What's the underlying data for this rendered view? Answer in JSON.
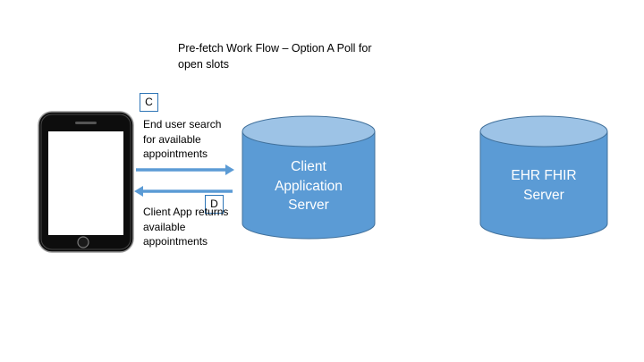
{
  "diagram": {
    "title": "Pre-fetch Work Flow – Option A Poll for open slots",
    "steps": {
      "c": {
        "label": "C",
        "text": "End user search for available appointments"
      },
      "d": {
        "label": "D",
        "text": "Client App returns available appointments"
      }
    },
    "nodes": {
      "client_server": {
        "label": "Client Application Server"
      },
      "ehr_server": {
        "label": "EHR FHIR Server"
      }
    },
    "colors": {
      "cylinder_body": "#5B9BD5",
      "cylinder_top": "#9DC3E6",
      "cylinder_stroke": "#41719C",
      "arrow": "#5B9BD5",
      "box_border": "#2E75B6"
    }
  }
}
